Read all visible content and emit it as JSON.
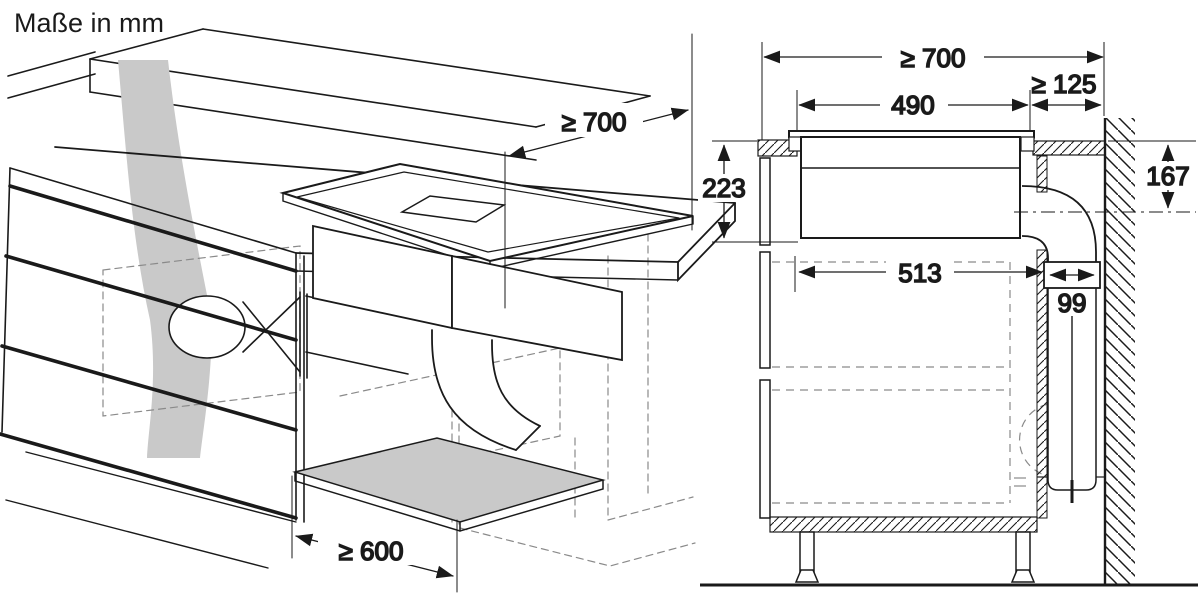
{
  "title": "Maße in mm",
  "unit": "mm",
  "colors": {
    "line": "#1a1a1a",
    "hidden_line": "#8a8a8a",
    "duct_fill": "#c9c9c9",
    "background": "#ffffff"
  },
  "views": {
    "perspective": {
      "name": "installation-perspective-view",
      "dims": {
        "top_clearance": "≥ 700",
        "plinth_depth": "≥ 600"
      }
    },
    "section": {
      "name": "side-cross-section-view",
      "dims": {
        "worktop_min_depth": "≥ 700",
        "rear_clearance": "≥ 125",
        "cutout_width": "490",
        "appliance_depth": "223",
        "below_worktop": "167",
        "cabinet_inner_depth": "513",
        "duct_depth": "99"
      }
    }
  }
}
